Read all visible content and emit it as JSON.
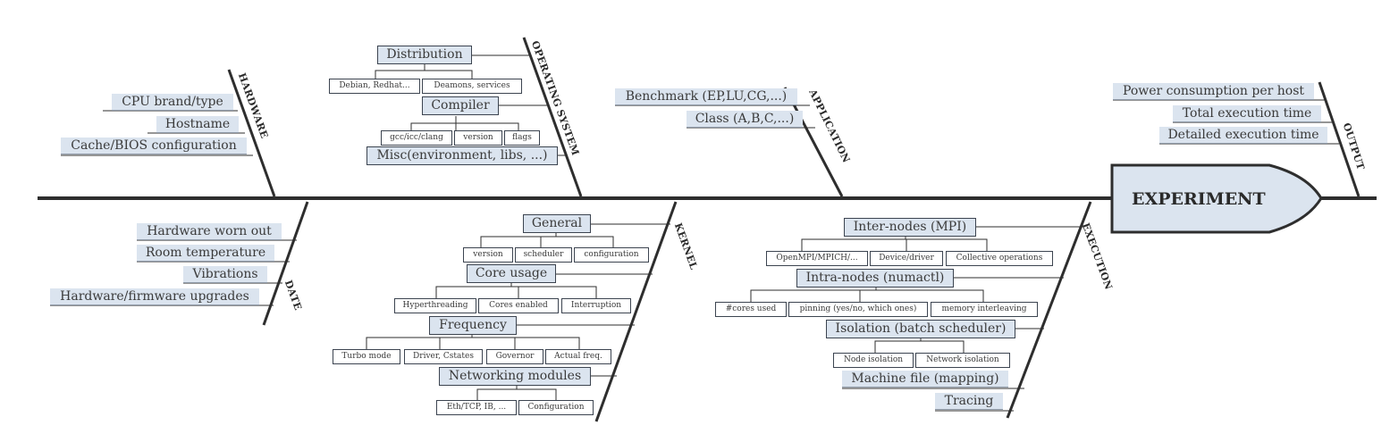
{
  "head": {
    "title": "EXPERIMENT"
  },
  "categories": {
    "hardware": "HARDWARE",
    "operating_system": "OPERATING SYSTEM",
    "application": "APPLICATION",
    "output": "OUTPUT",
    "date": "DATE",
    "kernel": "KERNEL",
    "execution": "EXECUTION"
  },
  "hardware": {
    "cpu": "CPU brand/type",
    "hostname": "Hostname",
    "cache_bios": "Cache/BIOS configuration"
  },
  "operating_system": {
    "distribution": "Distribution",
    "distribution_items": [
      "Debian, Redhat...",
      "Deamons, services"
    ],
    "compiler": "Compiler",
    "compiler_items": [
      "gcc/icc/clang",
      "version",
      "flags"
    ],
    "misc": "Misc(environment, libs, ...)"
  },
  "application": {
    "benchmark": "Benchmark (EP,LU,CG,...)",
    "class": "Class (A,B,C,...)"
  },
  "output": {
    "power": "Power consumption per host",
    "total_time": "Total execution time",
    "detailed_time": "Detailed execution time"
  },
  "date": {
    "worn_out": "Hardware worn out",
    "room_temp": "Room temperature",
    "vibrations": "Vibrations",
    "upgrades": "Hardware/firmware upgrades"
  },
  "kernel": {
    "general": "General",
    "general_items": [
      "version",
      "scheduler",
      "configuration"
    ],
    "core_usage": "Core usage",
    "core_usage_items": [
      "Hyperthreading",
      "Cores enabled",
      "Interruption"
    ],
    "frequency": "Frequency",
    "frequency_items": [
      "Turbo mode",
      "Driver, Cstates",
      "Governor",
      "Actual freq."
    ],
    "networking": "Networking modules",
    "networking_items": [
      "Eth/TCP, IB, ...",
      "Configuration"
    ]
  },
  "execution": {
    "inter_nodes": "Inter-nodes (MPI)",
    "inter_nodes_items": [
      "OpenMPI/MPICH/...",
      "Device/driver",
      "Collective operations"
    ],
    "intra_nodes": "Intra-nodes (numactl)",
    "intra_nodes_items": [
      "#cores used",
      "pinning (yes/no, which ones)",
      "memory interleaving"
    ],
    "isolation": "Isolation (batch scheduler)",
    "isolation_items": [
      "Node isolation",
      "Network isolation"
    ],
    "machine_file": "Machine file (mapping)",
    "tracing": "Tracing"
  },
  "colors": {
    "label_fill": "#dbe4ef",
    "line": "#2e2e2e",
    "head_fill": "#dbe4ef"
  }
}
